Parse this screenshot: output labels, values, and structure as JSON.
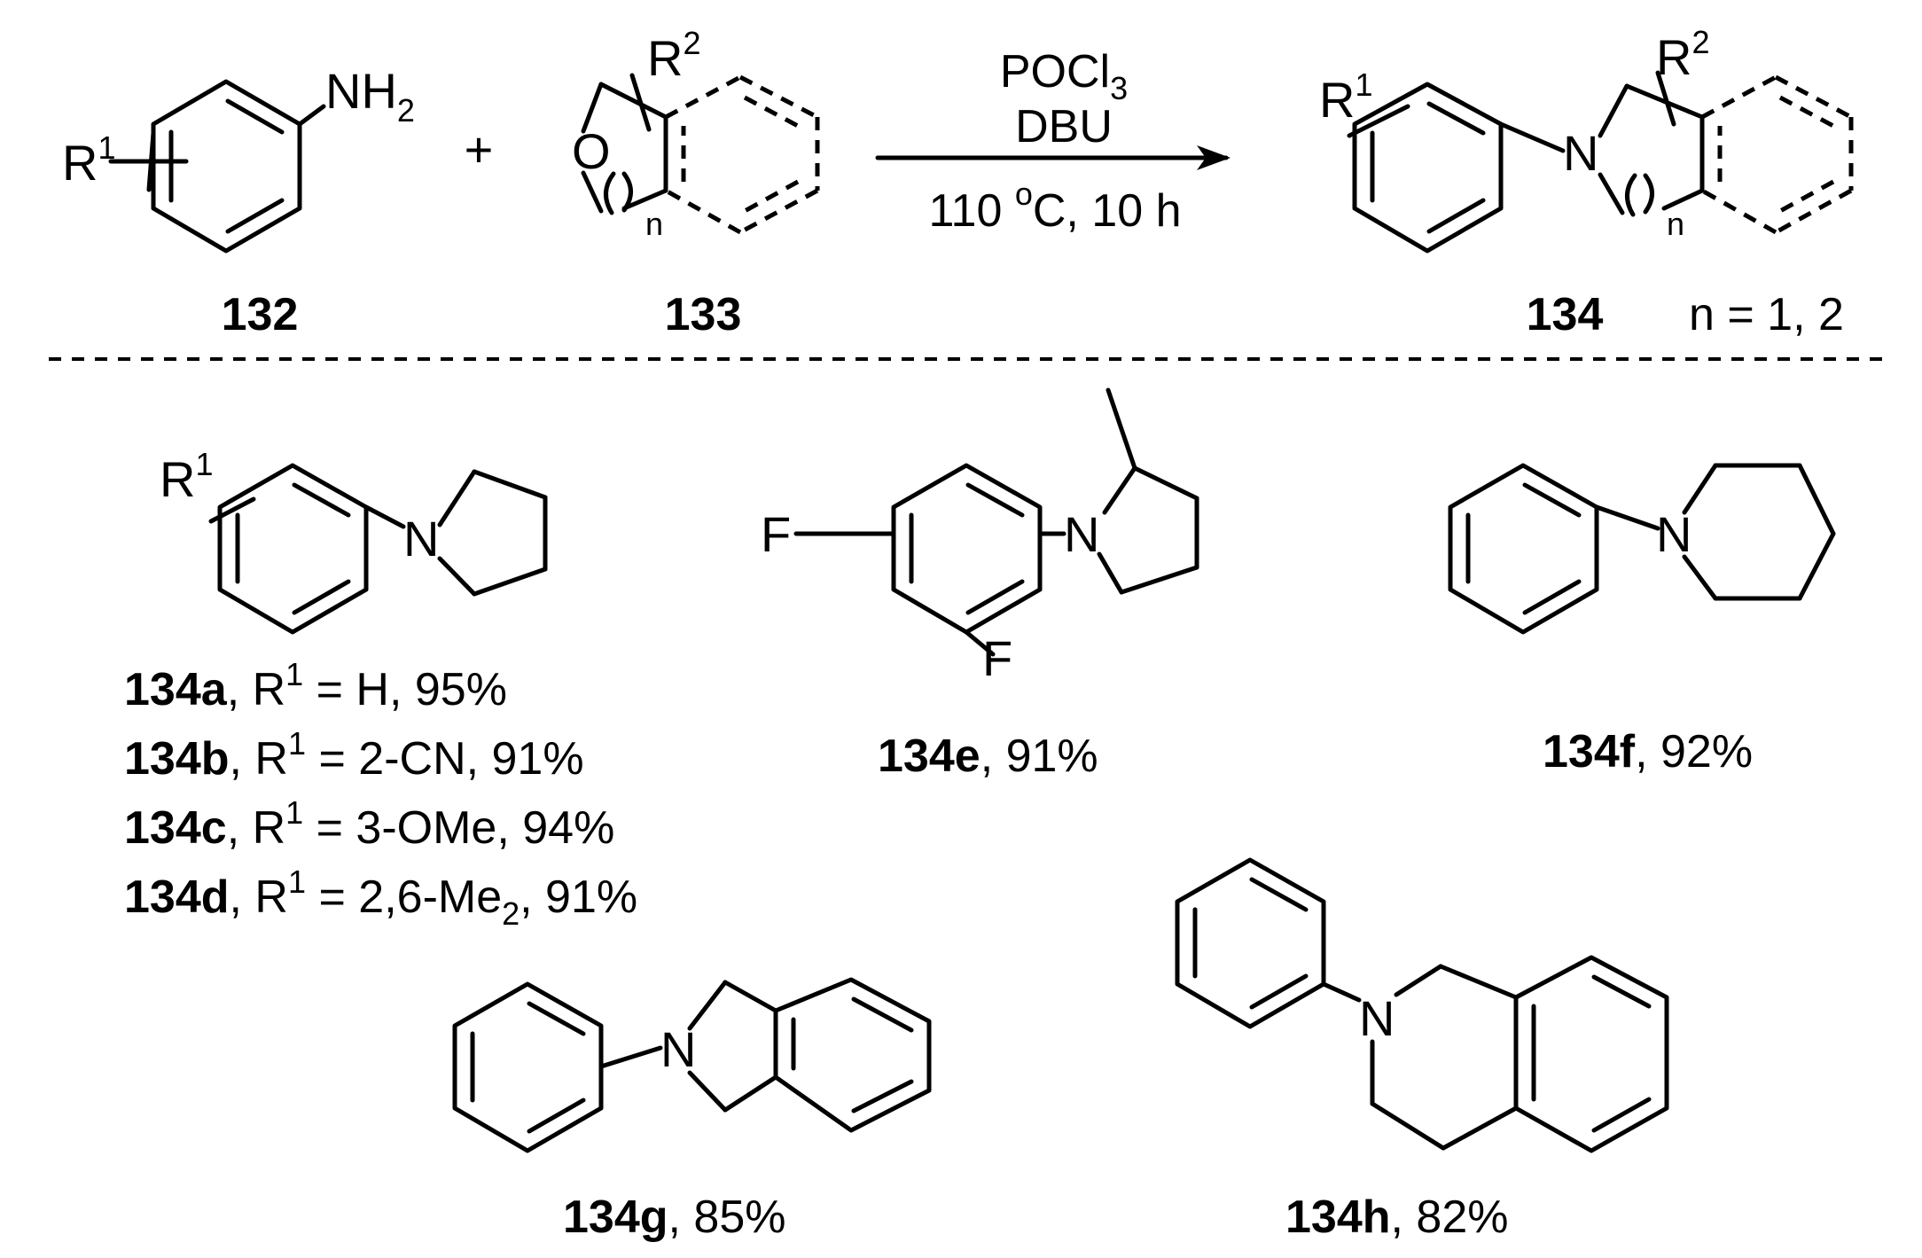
{
  "reaction": {
    "reagent1_label": "132",
    "reagent2_label": "133",
    "product_label": "134",
    "n_values": "n = 1, 2",
    "plus_sign": "+",
    "conditions": {
      "reagent_a_base": "POCl",
      "reagent_a_sub": "3",
      "reagent_b": "DBU",
      "temperature_prefix": "110 ",
      "degree": "o",
      "temperature_suffix": "C, 10 h"
    },
    "atoms": {
      "r": "R",
      "one": "1",
      "two": "2",
      "n_index": "n",
      "nitrogen": "N",
      "amine": "NH",
      "amine_sub": "2",
      "oxygen": "O",
      "fluorine": "F"
    }
  },
  "products": [
    {
      "id": "134a",
      "text": ", R",
      "sup": "1",
      "rest": " = H, 95%"
    },
    {
      "id": "134b",
      "text": ", R",
      "sup": "1",
      "rest": " = 2-CN, 91%"
    },
    {
      "id": "134c",
      "text": ", R",
      "sup": "1",
      "rest": " = 3-OMe, 94%"
    },
    {
      "id": "134d",
      "text": ", R",
      "sup": "1",
      "rest": " = 2,6-Me",
      "sub": "2",
      "tail": ", 91%"
    },
    {
      "id": "134e",
      "text": ", 91%"
    },
    {
      "id": "134f",
      "text": ", 92%"
    },
    {
      "id": "134g",
      "text": ", 85%"
    },
    {
      "id": "134h",
      "text": ", 82%"
    }
  ]
}
